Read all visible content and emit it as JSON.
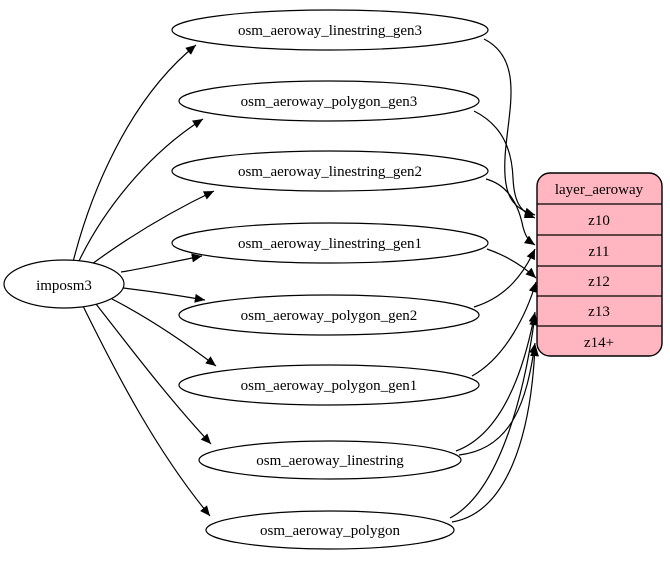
{
  "diagram": {
    "title": "aeroway layer ETL diagram",
    "colors": {
      "background": "#ffffff",
      "node_fill": "#ffffff",
      "stroke": "#000000",
      "layer_fill": "#ffb6c1"
    },
    "source": {
      "label": "imposm3"
    },
    "tables": [
      {
        "label": "osm_aeroway_linestring_gen3"
      },
      {
        "label": "osm_aeroway_polygon_gen3"
      },
      {
        "label": "osm_aeroway_linestring_gen2"
      },
      {
        "label": "osm_aeroway_linestring_gen1"
      },
      {
        "label": "osm_aeroway_polygon_gen2"
      },
      {
        "label": "osm_aeroway_polygon_gen1"
      },
      {
        "label": "osm_aeroway_linestring"
      },
      {
        "label": "osm_aeroway_polygon"
      }
    ],
    "layer": {
      "title": "layer_aeroway",
      "rows": [
        {
          "label": "z10"
        },
        {
          "label": "z11"
        },
        {
          "label": "z12"
        },
        {
          "label": "z13"
        },
        {
          "label": "z14+"
        }
      ]
    },
    "edges": [
      {
        "from": "imposm3",
        "to": "osm_aeroway_linestring_gen3"
      },
      {
        "from": "imposm3",
        "to": "osm_aeroway_polygon_gen3"
      },
      {
        "from": "imposm3",
        "to": "osm_aeroway_linestring_gen2"
      },
      {
        "from": "imposm3",
        "to": "osm_aeroway_linestring_gen1"
      },
      {
        "from": "imposm3",
        "to": "osm_aeroway_polygon_gen2"
      },
      {
        "from": "imposm3",
        "to": "osm_aeroway_polygon_gen1"
      },
      {
        "from": "imposm3",
        "to": "osm_aeroway_linestring"
      },
      {
        "from": "imposm3",
        "to": "osm_aeroway_polygon"
      },
      {
        "from": "osm_aeroway_linestring_gen3",
        "to": "layer_aeroway:z10"
      },
      {
        "from": "osm_aeroway_polygon_gen3",
        "to": "layer_aeroway:z10"
      },
      {
        "from": "osm_aeroway_linestring_gen2",
        "to": "layer_aeroway:z11"
      },
      {
        "from": "osm_aeroway_polygon_gen2",
        "to": "layer_aeroway:z11"
      },
      {
        "from": "osm_aeroway_linestring_gen1",
        "to": "layer_aeroway:z12"
      },
      {
        "from": "osm_aeroway_polygon_gen1",
        "to": "layer_aeroway:z12"
      },
      {
        "from": "osm_aeroway_linestring",
        "to": "layer_aeroway:z13"
      },
      {
        "from": "osm_aeroway_polygon",
        "to": "layer_aeroway:z13"
      },
      {
        "from": "osm_aeroway_linestring",
        "to": "layer_aeroway:z14+"
      },
      {
        "from": "osm_aeroway_polygon",
        "to": "layer_aeroway:z14+"
      }
    ]
  }
}
